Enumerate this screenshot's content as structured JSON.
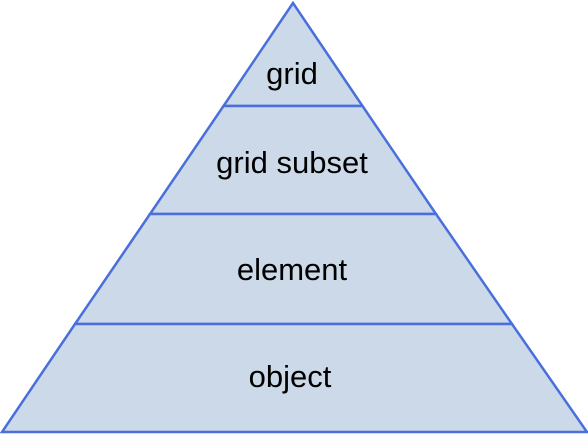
{
  "diagram": {
    "type": "pyramid",
    "colors": {
      "fill": "#ccd9e8",
      "stroke": "#4a6fdc",
      "text": "#000000"
    },
    "tiers": [
      {
        "label": "grid"
      },
      {
        "label": "grid subset"
      },
      {
        "label": "element"
      },
      {
        "label": "object"
      }
    ]
  }
}
